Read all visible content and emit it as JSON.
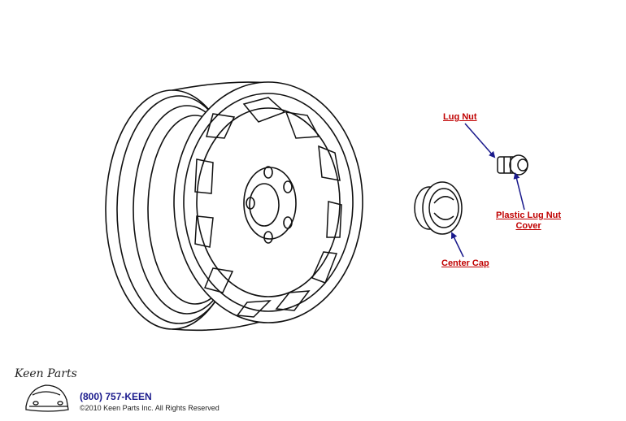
{
  "labels": {
    "lug_nut": "Lug Nut",
    "plastic_lug_nut_cover_line1": "Plastic Lug Nut",
    "plastic_lug_nut_cover_line2": "Cover",
    "center_cap": "Center Cap"
  },
  "footer": {
    "logo_text": "Keen Parts",
    "phone": "(800) 757-KEEN",
    "copyright": "©2010 Keen Parts Inc. All Rights Reserved"
  },
  "colors": {
    "link": "#c00000",
    "arrow": "#1a1a8c",
    "phone": "#1a1a8c",
    "line_art": "#111111"
  }
}
